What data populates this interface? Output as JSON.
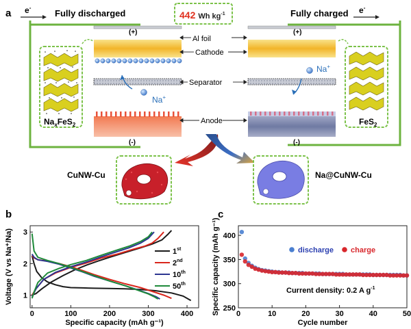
{
  "panel_a": {
    "label": "a",
    "left_title": "Fully discharged",
    "right_title": "Fully charged",
    "center_value": "442",
    "center_unit": "Wh kg",
    "center_unit_sup": "-1",
    "electron": "e",
    "electron_sup": "-",
    "plus_terminal": "(+)",
    "minus_terminal": "(-)",
    "al_foil": "Al foil",
    "cathode": "Cathode",
    "separator": "Separator",
    "anode": "Anode",
    "na_ion": "Na",
    "na_ion_sup": "+",
    "left_material_main": "Na",
    "left_material_sub_x": "x",
    "left_material_rest": "FeS",
    "left_material_sub_2": "2",
    "right_material_main": "FeS",
    "right_material_sub_2": "2",
    "left_bottom_label": "CuNW-Cu",
    "right_bottom_label": "Na@CuNW-Cu",
    "colors": {
      "green_border": "#6db33f",
      "red": "#e84c2b",
      "blue_arrow": "#3a6fc4",
      "cathode_yellow": "#f3c33a",
      "anode_blue": "#8a94b8",
      "red_value": "#e0301e"
    }
  },
  "panel_b": {
    "label": "b",
    "chart_data": {
      "type": "line",
      "xlabel": "Specific capacity (mAh g⁻¹)",
      "ylabel": "Voltage (V vs Na⁺/Na)",
      "xlim": [
        -5,
        430
      ],
      "ylim": [
        0.6,
        3.2
      ],
      "xticks": [
        0,
        100,
        200,
        300,
        400
      ],
      "yticks": [
        1,
        2,
        3
      ],
      "legend": [
        "1st",
        "2nd",
        "10th",
        "50th"
      ],
      "legend_main": [
        "1",
        "2",
        "10",
        "50"
      ],
      "legend_sup": [
        "st",
        "nd",
        "th",
        "th"
      ],
      "legend_position": "right",
      "series": [
        {
          "name": "1st",
          "color": "#1a1a1a",
          "x": [
            0,
            5,
            12,
            25,
            40,
            60,
            80,
            100,
            130,
            160,
            200,
            240,
            280,
            320,
            360,
            390,
            410
          ],
          "y": [
            2.25,
            2.0,
            1.75,
            1.55,
            1.42,
            1.33,
            1.27,
            1.24,
            1.23,
            1.22,
            1.21,
            1.2,
            1.18,
            1.14,
            1.07,
            0.97,
            0.83
          ],
          "x2": [
            0,
            10,
            25,
            50,
            80,
            110,
            140,
            170,
            200,
            240,
            280,
            310,
            335,
            350,
            360
          ],
          "y2": [
            1.0,
            1.05,
            1.2,
            1.42,
            1.62,
            1.8,
            1.95,
            2.08,
            2.2,
            2.35,
            2.5,
            2.62,
            2.75,
            2.92,
            3.05
          ]
        },
        {
          "name": "2nd",
          "color": "#d9261c",
          "x": [
            0,
            5,
            15,
            40,
            70,
            100,
            130,
            160,
            200,
            240,
            280,
            310,
            340,
            360
          ],
          "y": [
            2.25,
            2.18,
            2.12,
            2.08,
            2.0,
            1.9,
            1.78,
            1.65,
            1.5,
            1.36,
            1.24,
            1.12,
            1.0,
            0.9
          ],
          "x2": [
            0,
            10,
            30,
            60,
            100,
            140,
            180,
            220,
            260,
            290,
            310,
            325,
            340
          ],
          "y2": [
            1.0,
            1.2,
            1.5,
            1.7,
            1.88,
            2.02,
            2.18,
            2.3,
            2.45,
            2.55,
            2.65,
            2.8,
            3.0
          ]
        },
        {
          "name": "10th",
          "color": "#2b3590",
          "x": [
            0,
            5,
            15,
            40,
            70,
            100,
            130,
            160,
            200,
            240,
            270,
            300,
            320,
            330
          ],
          "y": [
            2.3,
            2.2,
            2.12,
            2.07,
            1.98,
            1.86,
            1.74,
            1.6,
            1.45,
            1.3,
            1.18,
            1.05,
            0.95,
            0.88
          ],
          "x2": [
            0,
            10,
            30,
            60,
            100,
            140,
            180,
            220,
            250,
            280,
            300,
            315
          ],
          "y2": [
            0.95,
            1.2,
            1.5,
            1.72,
            1.9,
            2.05,
            2.22,
            2.38,
            2.5,
            2.65,
            2.8,
            3.0
          ]
        },
        {
          "name": "50th",
          "color": "#1e8a3a",
          "x": [
            0,
            5,
            15,
            40,
            70,
            100,
            130,
            160,
            200,
            240,
            270,
            300,
            315,
            325
          ],
          "y": [
            2.95,
            2.4,
            2.2,
            2.1,
            2.0,
            1.88,
            1.75,
            1.62,
            1.45,
            1.3,
            1.17,
            1.04,
            0.95,
            0.88
          ],
          "x2": [
            0,
            5,
            15,
            40,
            70,
            100,
            140,
            180,
            220,
            250,
            280,
            300,
            310
          ],
          "y2": [
            0.9,
            1.1,
            1.4,
            1.7,
            1.85,
            1.97,
            2.1,
            2.27,
            2.43,
            2.55,
            2.7,
            2.85,
            3.0
          ]
        }
      ]
    }
  },
  "panel_c": {
    "label": "c",
    "chart_data": {
      "type": "scatter",
      "xlabel": "Cycle number",
      "ylabel": "Specific capacity (mAh g⁻¹)",
      "xlim": [
        0,
        50
      ],
      "ylim": [
        250,
        420
      ],
      "xticks": [
        0,
        10,
        20,
        30,
        40,
        50
      ],
      "yticks": [
        250,
        300,
        350,
        400
      ],
      "legend": [
        "discharge",
        "charge"
      ],
      "annotation_main": "Current density: 0.2 A g",
      "annotation_sup": "-1",
      "series": [
        {
          "name": "discharge",
          "color": "#4a7fd0",
          "values": [
            407,
            352,
            343,
            337,
            333,
            330,
            328,
            327,
            326,
            325,
            324,
            324,
            323,
            323,
            323,
            322,
            322,
            322,
            322,
            321,
            321,
            321,
            321,
            321,
            320,
            320,
            320,
            320,
            320,
            320,
            320,
            319,
            319,
            319,
            319,
            319,
            319,
            319,
            319,
            318,
            318,
            318,
            318,
            318,
            318,
            318,
            318,
            318,
            317,
            317
          ]
        },
        {
          "name": "charge",
          "color": "#d8262b",
          "values": [
            360,
            346,
            339,
            335,
            331,
            329,
            327,
            326,
            325,
            324,
            324,
            323,
            323,
            323,
            322,
            322,
            322,
            321,
            321,
            321,
            321,
            321,
            320,
            320,
            320,
            320,
            320,
            320,
            319,
            319,
            319,
            319,
            319,
            319,
            319,
            319,
            318,
            318,
            318,
            318,
            318,
            318,
            318,
            318,
            317,
            317,
            317,
            317,
            317,
            317
          ]
        }
      ]
    }
  }
}
